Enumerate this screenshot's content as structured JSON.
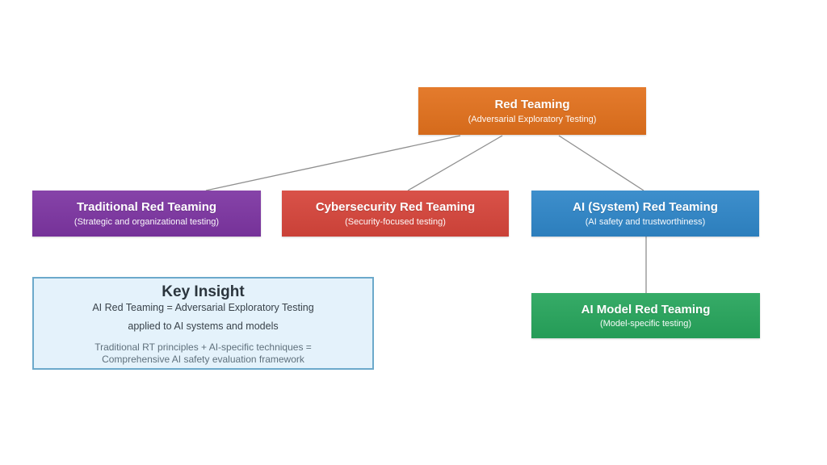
{
  "canvas": {
    "background": "#ffffff",
    "connector_color": "#8f8f8f"
  },
  "nodes": {
    "root": {
      "title": "Red Teaming",
      "subtitle": "(Adversarial Exploratory Testing)",
      "color": "#E2711D"
    },
    "traditional": {
      "title": "Traditional Red Teaming",
      "subtitle": "(Strategic and organizational testing)",
      "color": "#7D35A2"
    },
    "cybersecurity": {
      "title": "Cybersecurity Red Teaming",
      "subtitle": "(Security-focused testing)",
      "color": "#D6453B"
    },
    "ai_system": {
      "title": "AI (System) Red Teaming",
      "subtitle": "(AI safety and trustworthiness)",
      "color": "#2F86C8"
    },
    "ai_model": {
      "title": "AI Model Red Teaming",
      "subtitle": "(Model-specific testing)",
      "color": "#27A55C"
    }
  },
  "key_insight": {
    "title": "Key Insight",
    "line1": "AI Red Teaming = Adversarial Exploratory Testing",
    "line2": "applied to AI systems and models",
    "line3": "Traditional RT principles + AI-specific techniques =",
    "line4": "Comprehensive AI safety evaluation framework",
    "fill": "#E4F2FB",
    "border_color": "#6CA9CB"
  }
}
